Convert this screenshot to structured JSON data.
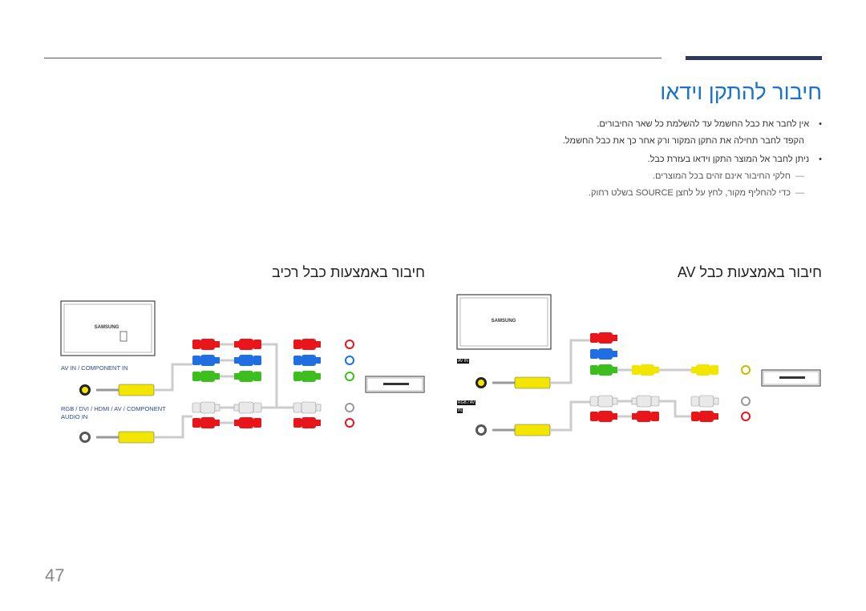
{
  "header": {
    "title": "חיבור להתקן וידאו"
  },
  "intro": {
    "bullets": [
      {
        "text": "אין לחבר את כבל החשמל עד להשלמת כל שאר החיבורים.",
        "sub": "הקפד לחבר תחילה את התקן המקור ורק אחר כך את כבל החשמל."
      },
      {
        "text": "ניתן לחבר אל המוצר התקן וידאו בעזרת כבל."
      }
    ],
    "notes": [
      "חלקי החיבור אינם זהים בכל המוצרים.",
      "כדי להחליף מקור, לחץ על לחצן SOURCE בשלט רחוק."
    ]
  },
  "sections": {
    "left_title": "חיבור באמצעות כבל רכיב",
    "right_title": "חיבור באמצעות כבל AV"
  },
  "left_diagram": {
    "brand": "SAMSUNG",
    "port_label_1": "AV IN / COMPONENT IN",
    "port_label_2": "RGB / DVI / HDMI / AV / COMPONENT AUDIO IN"
  },
  "right_diagram": {
    "brand": "SAMSUNG",
    "port_label_1": "AV IN",
    "port_label_2": "RGB / AV",
    "port_label_3": "IN"
  },
  "colors": {
    "title": "#1a73c9",
    "red": "#e8161b",
    "blue": "#1f6fe0",
    "green": "#3cbf1e",
    "white": "#e9e9e9",
    "yellow": "#f2e600"
  },
  "footer": {
    "page_number": "47"
  }
}
